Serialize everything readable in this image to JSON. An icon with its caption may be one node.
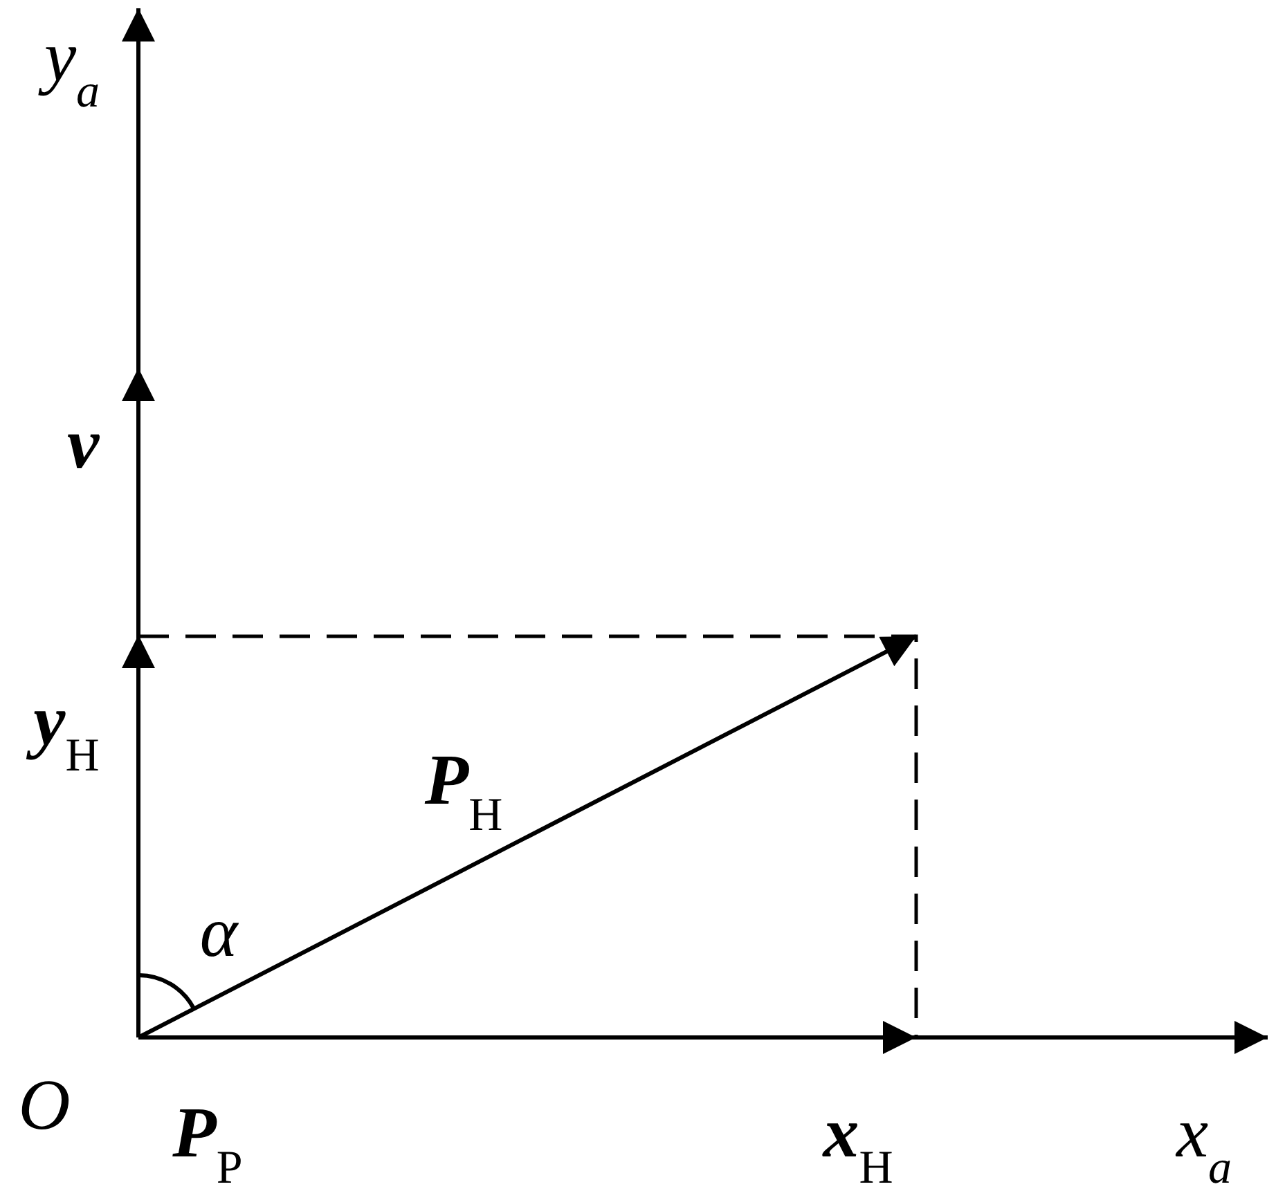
{
  "diagram": {
    "labels": [
      "y$_{a}$",
      "v",
      "**y**$_{H}$",
      "**P**$_{H}$",
      "α",
      "O",
      "**P**$_{P}$",
      "**x**$_{H}$",
      "x$_{a}$"
    ]
  }
}
